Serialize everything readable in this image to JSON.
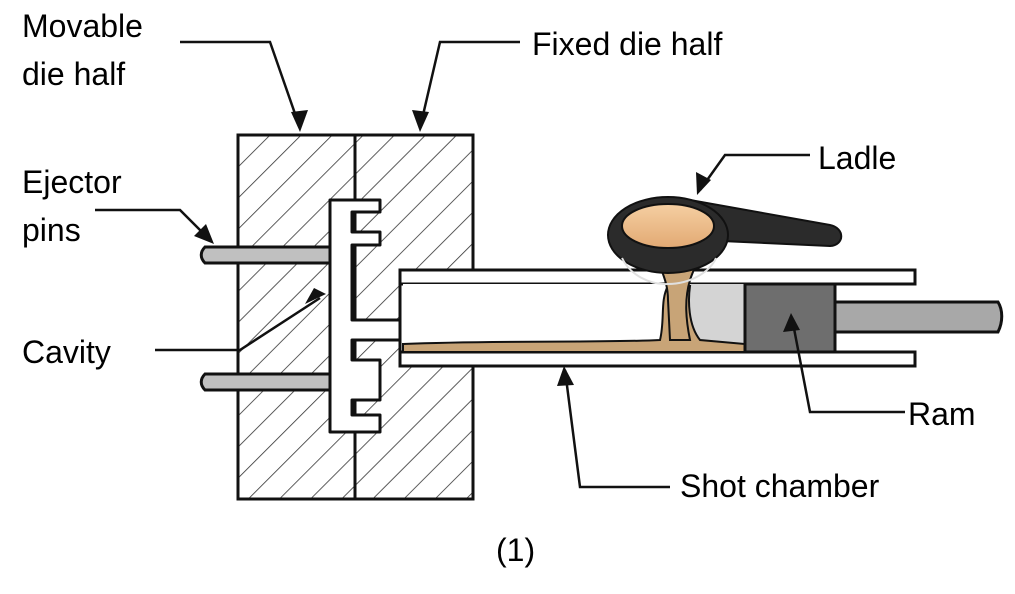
{
  "labels": {
    "movable_line1": "Movable",
    "movable_line2": "die half",
    "fixed": "Fixed die half",
    "ejector_line1": "Ejector",
    "ejector_line2": "pins",
    "cavity": "Cavity",
    "ladle": "Ladle",
    "ram": "Ram",
    "shot_chamber": "Shot chamber",
    "figure_number": "(1)"
  },
  "colors": {
    "outline": "#111111",
    "molten_metal": "#f2c597",
    "metal_dark": "#8a6a4a",
    "ram": "#6e6e6e",
    "rod": "#a8a8a8",
    "chamber_air": "#d4d4d4",
    "hatch": "#333333"
  }
}
